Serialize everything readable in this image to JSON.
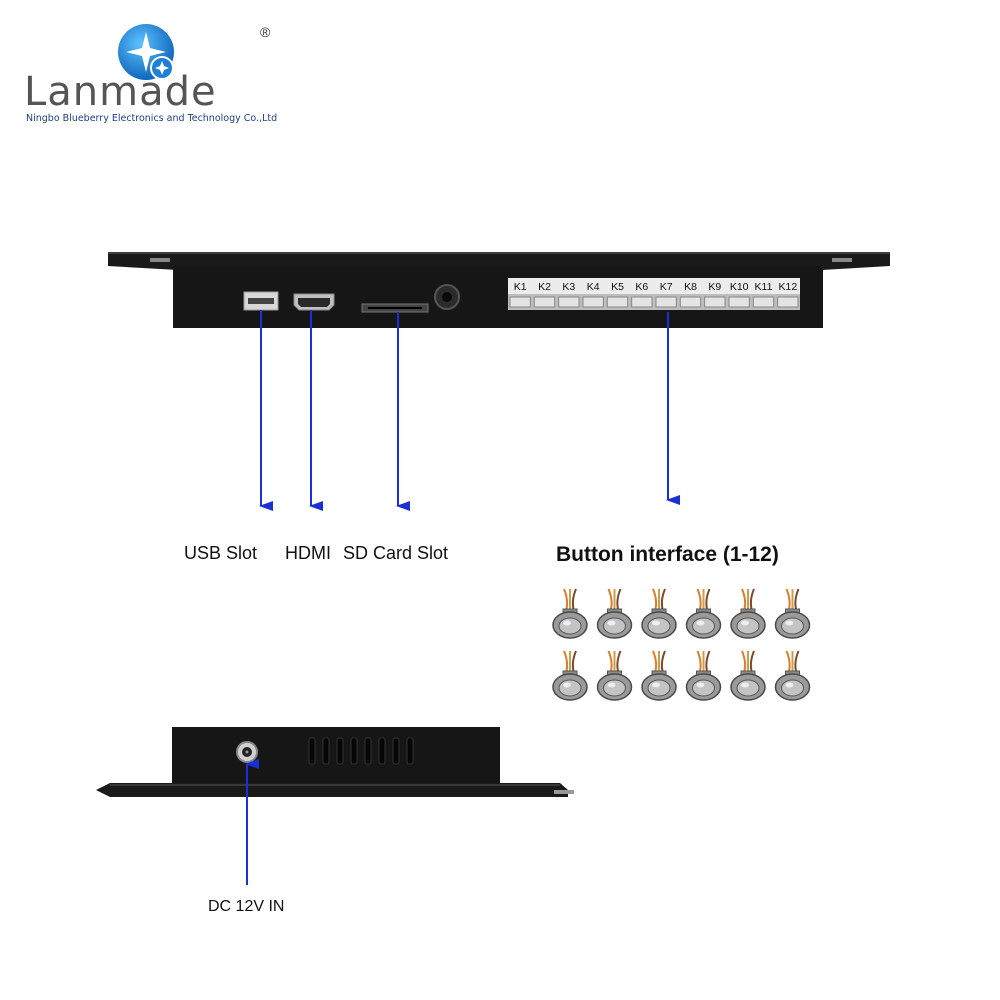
{
  "brand": {
    "name": "Lanmade",
    "registered_mark": "®",
    "subtitle": "Ningbo Blueberry Electronics and Technology Co.,Ltd",
    "color_blue": "#1e7fd8",
    "color_gray": "#555555"
  },
  "top_panel": {
    "key_labels": [
      "K1",
      "K2",
      "K3",
      "K4",
      "K5",
      "K6",
      "K7",
      "K8",
      "K9",
      "K10",
      "K11",
      "K12"
    ]
  },
  "labels": {
    "usb": "USB Slot",
    "hdmi": "HDMI",
    "sd": "SD Card Slot",
    "buttons": "Button interface (1-12)",
    "dc": "DC 12V IN"
  },
  "buttons": {
    "count": 12
  },
  "colors": {
    "arrow": "#1a2fd6",
    "panel": "#1a1a1a"
  }
}
